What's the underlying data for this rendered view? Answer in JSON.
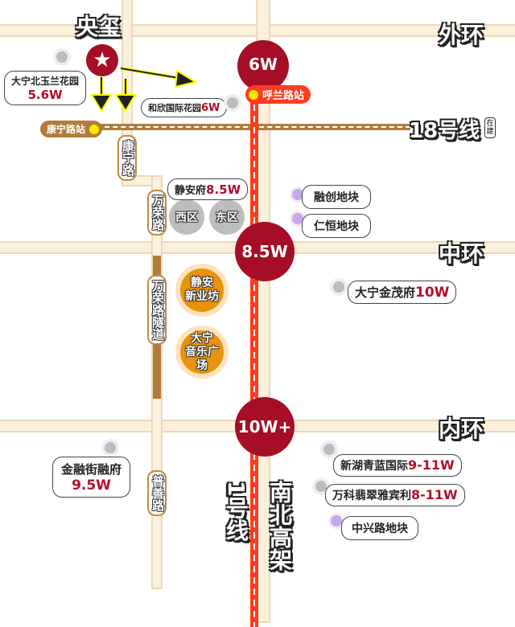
{
  "title": "央玺",
  "rings": {
    "outer": "外环",
    "middle": "中环",
    "inner": "内环"
  },
  "metro18": {
    "label": "18号线",
    "status": "在建",
    "station": "康宁路站"
  },
  "metro1": {
    "label": "1号线",
    "station": "呼兰路站"
  },
  "elevated": "南北高架",
  "roads": {
    "kangning": "康宁路",
    "wanrong": "万荣路",
    "wanrong_tunnel": "万荣路隧道",
    "pushan": "普善路"
  },
  "prices": {
    "outer": "6W",
    "middle": "8.5W",
    "inner": "10W+"
  },
  "districts": {
    "west": "西区",
    "east": "东区"
  },
  "landmarks": [
    {
      "line1": "静安",
      "line2": "新业坊"
    },
    {
      "line1": "大宁",
      "line2": "音乐广场"
    }
  ],
  "projects": [
    {
      "name": "大宁北玉兰花园",
      "price": "5.6W"
    },
    {
      "name": "和欣国际花园",
      "price": "6W"
    },
    {
      "name": "静安府",
      "price": "8.5W"
    },
    {
      "name": "融创地块",
      "price": ""
    },
    {
      "name": "仁恒地块",
      "price": ""
    },
    {
      "name": "大宁金茂府",
      "price": "10W"
    },
    {
      "name": "金融街融府",
      "price": "9.5W"
    },
    {
      "name": "新湖青蓝国际",
      "price": "9-11W"
    },
    {
      "name": "万科翡翠雅宾利",
      "price": "8-11W"
    },
    {
      "name": "中兴路地块",
      "price": ""
    }
  ],
  "colors": {
    "accent": "#a50e25",
    "metro1": "#ff3b1f",
    "metro18": "#b07d3c",
    "land": "#c9a7f0"
  }
}
